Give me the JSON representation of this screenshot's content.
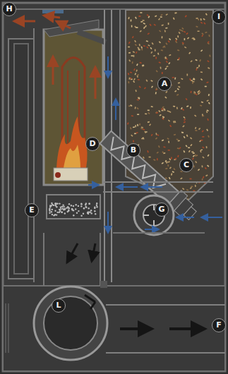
{
  "diagram": {
    "labels": [
      "H",
      "I",
      "A",
      "D",
      "B",
      "C",
      "E",
      "G",
      "L",
      "F"
    ]
  }
}
